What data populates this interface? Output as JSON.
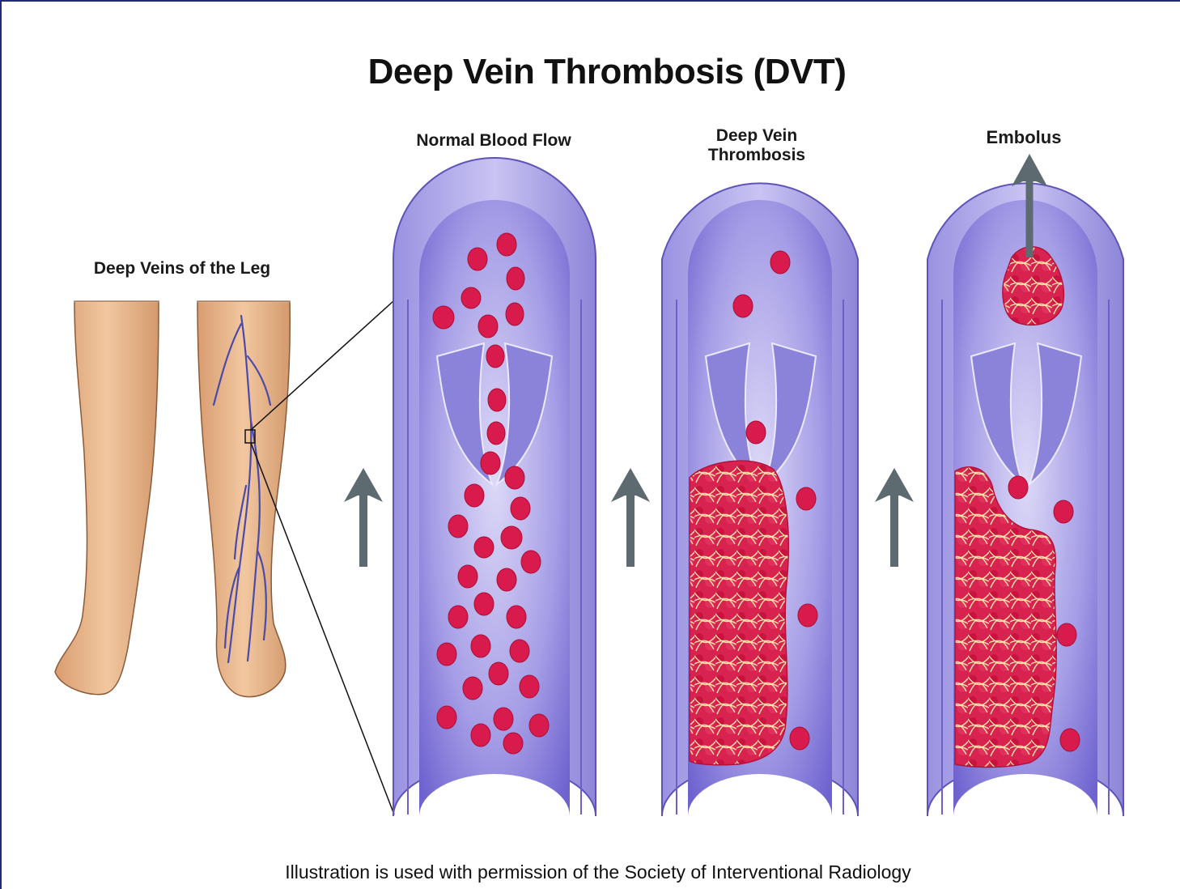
{
  "title": "Deep Vein Thrombosis (DVT)",
  "labels": {
    "leg": "Deep Veins of the Leg",
    "normal": "Normal Blood Flow",
    "dvt": "Deep Vein Thrombosis",
    "embolus": "Embolus"
  },
  "caption": "Illustration is used with permission of the Society of Interventional Radiology",
  "colors": {
    "vein_wall": "#8f86d8",
    "vein_lumen": "#6b5fc9",
    "red_cell": "#d81b4c",
    "clot": "#d81b4c",
    "arrow": "#5d6b70",
    "skin": "#e9b88d",
    "frame": "#1f2a7a"
  }
}
